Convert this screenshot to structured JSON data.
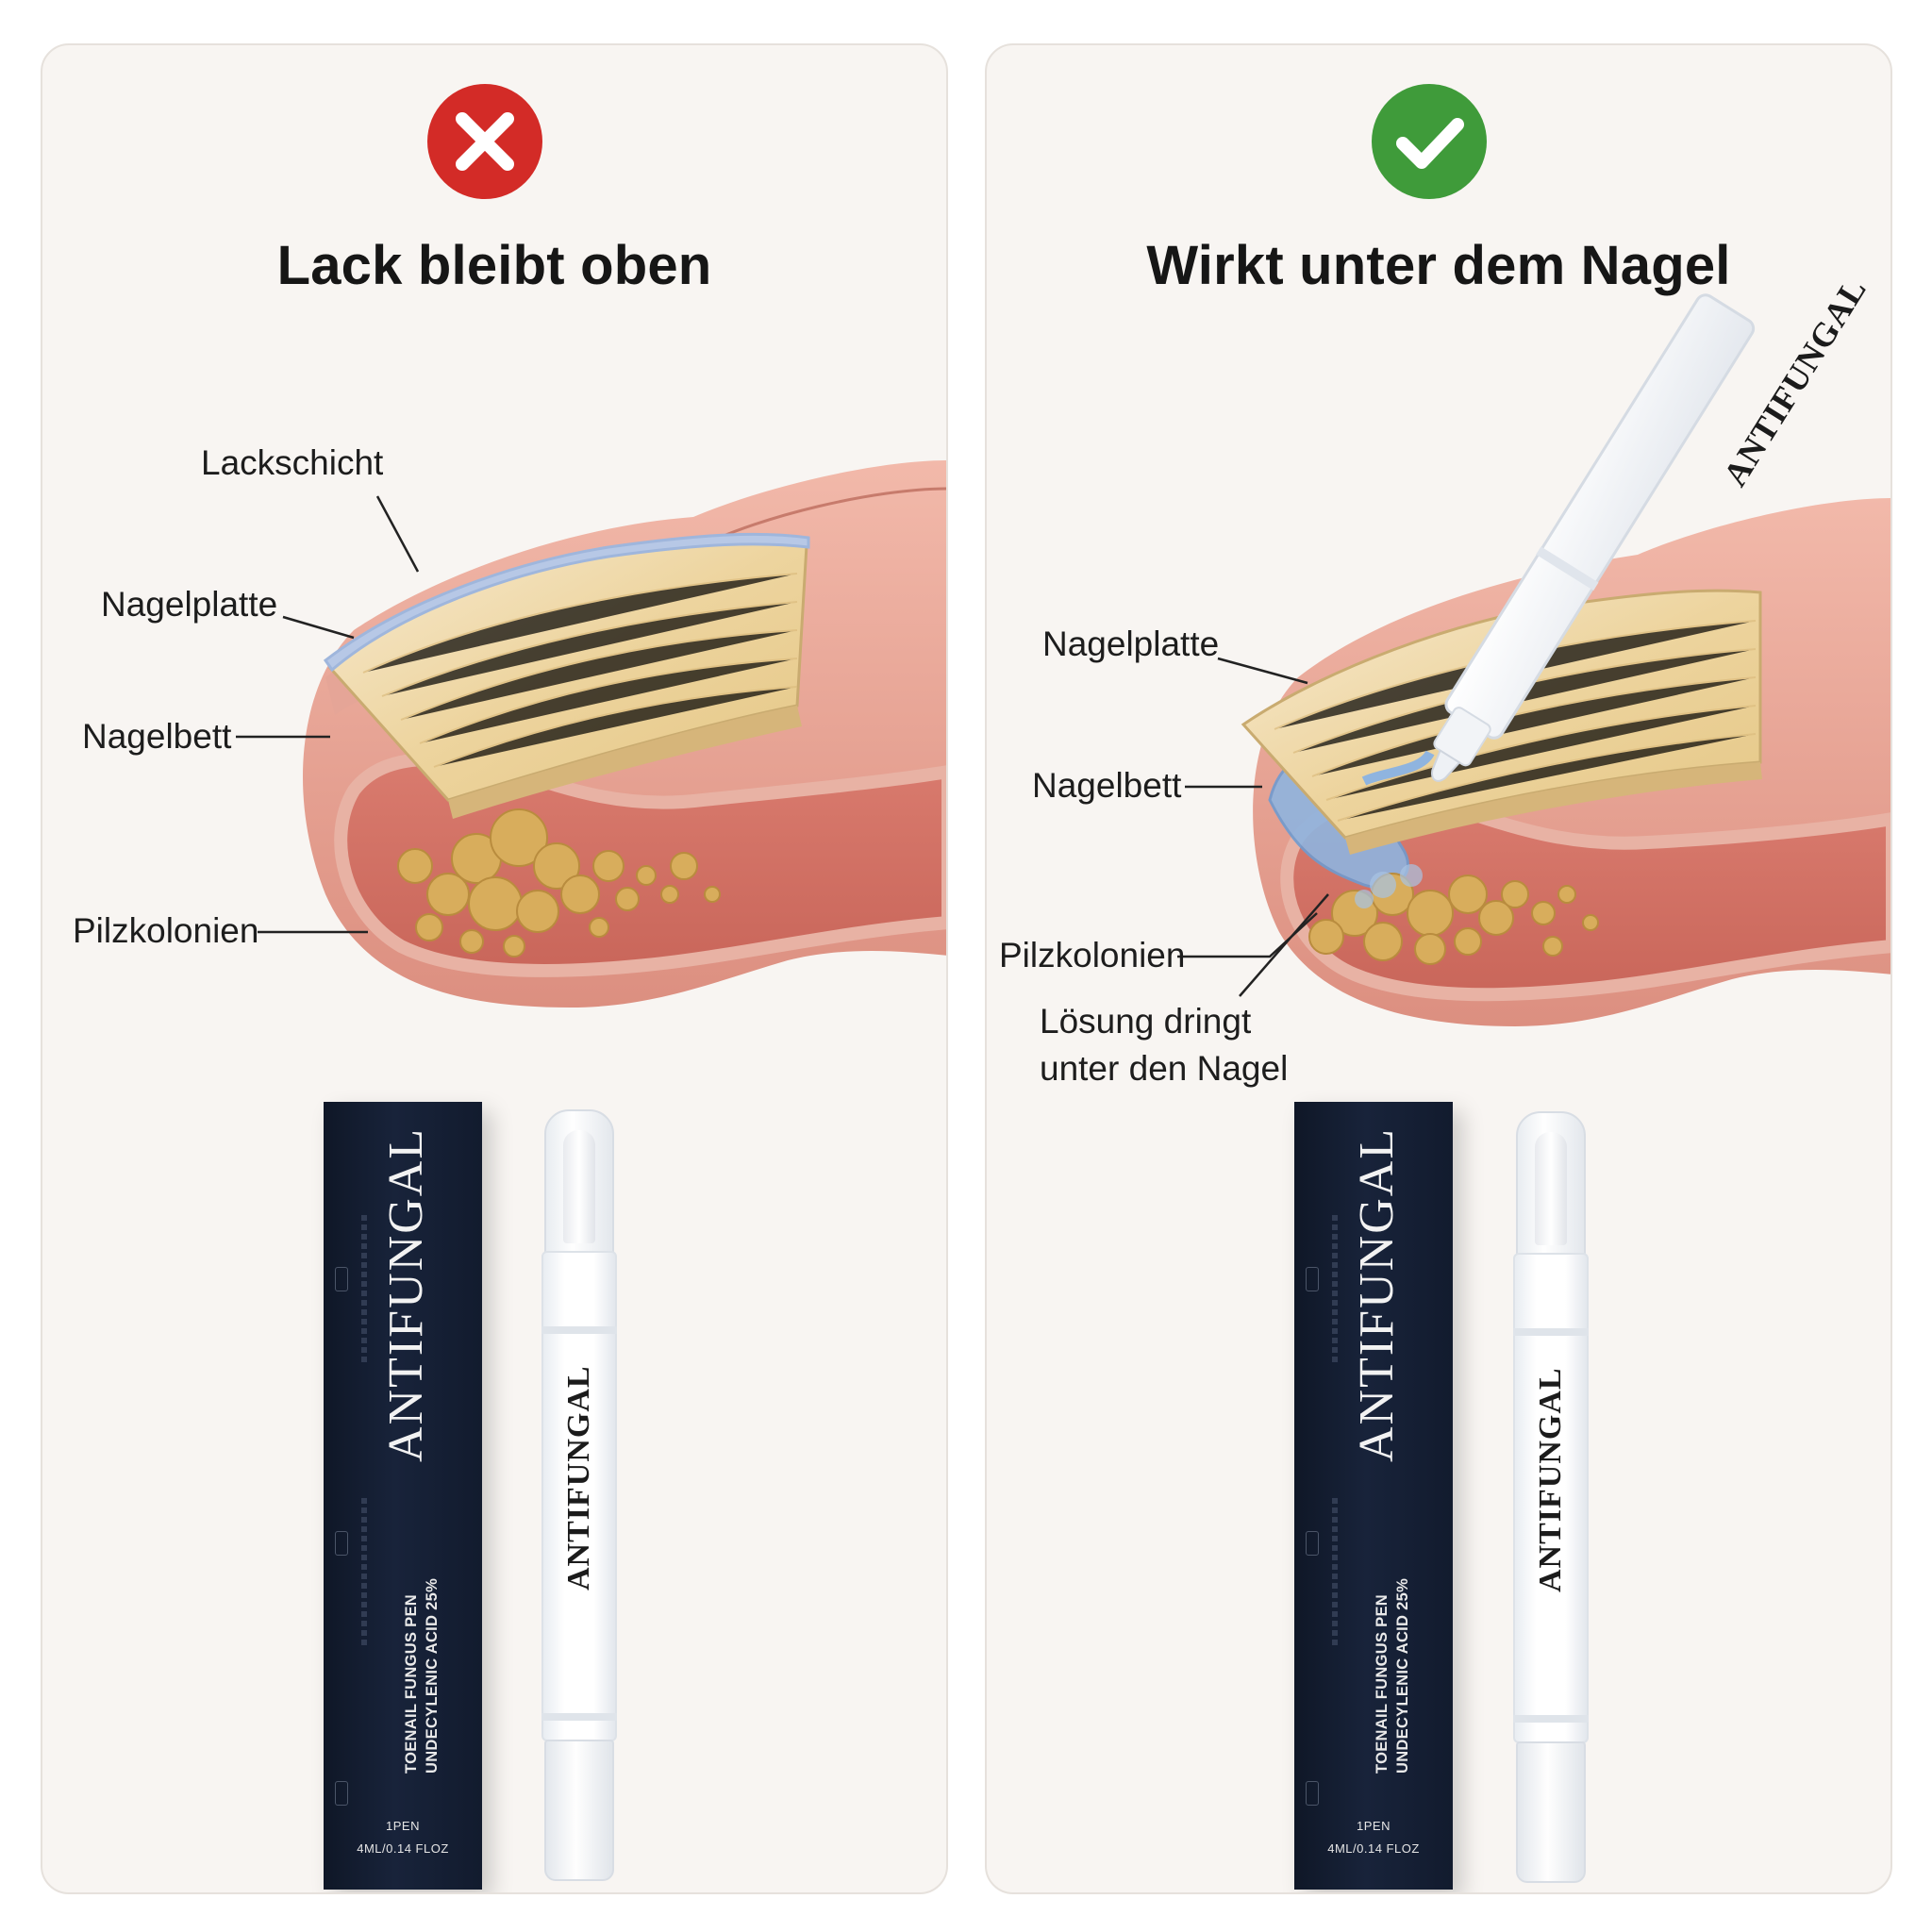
{
  "left_panel": {
    "title": "Lack bleibt oben",
    "labels": {
      "coat": "Lackschicht",
      "plate": "Nagelplatte",
      "bed": "Nagelbett",
      "fungus": "Pilzkolonien"
    }
  },
  "right_panel": {
    "title": "Wirkt unter dem Nagel",
    "labels": {
      "plate": "Nagelplatte",
      "bed": "Nagelbett",
      "fungus": "Pilzkolonien",
      "solution_line1": "Lösung dringt",
      "solution_line2": "unter den Nagel"
    }
  },
  "product": {
    "brand": "ANTIFUNGAL",
    "line1": "TOENAIL FUNGUS PEN",
    "line2": "UNDECYLENIC ACID 25%",
    "qty": "1PEN",
    "volume": "4ML/0.14 FLOZ"
  },
  "colors": {
    "cross_badge": "#d32b27",
    "check_badge": "#3f9b3a",
    "box_navy": "#142036",
    "skin": "#e8a091",
    "nail": "#ecd39a"
  }
}
